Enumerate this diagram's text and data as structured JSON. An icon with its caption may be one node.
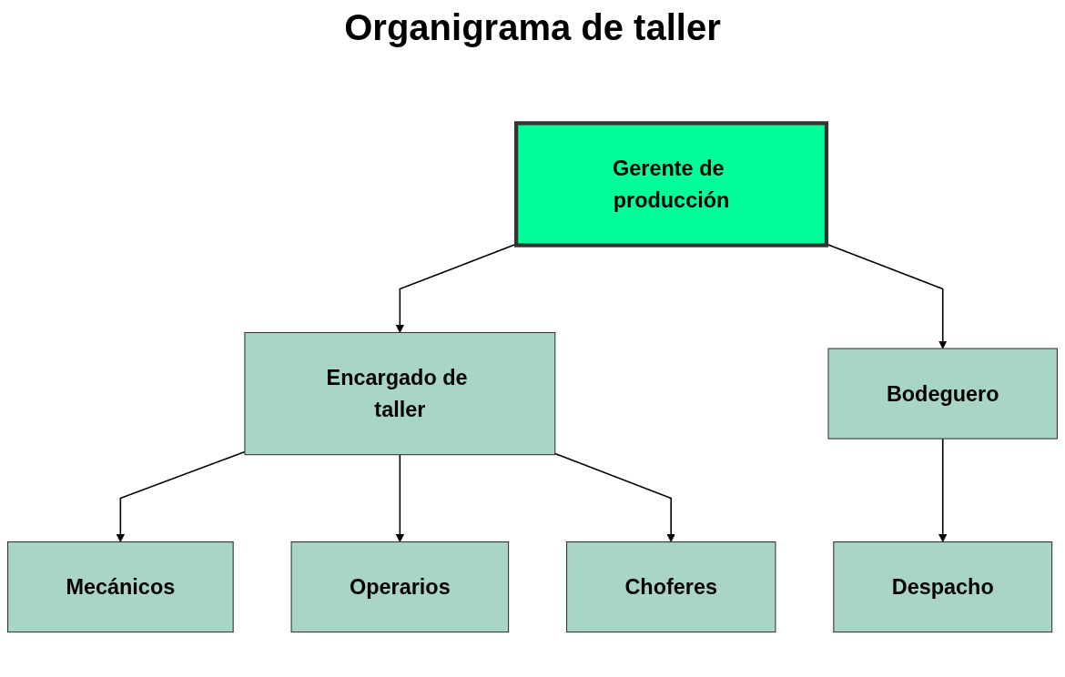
{
  "diagram": {
    "title": "Organigrama de taller",
    "nodes": [
      {
        "text": [
          "Gerente de producción"
        ]
      },
      {
        "text": [
          "Encargado de taller"
        ]
      },
      {
        "text": [
          "Bodeguero"
        ]
      },
      {
        "text": [
          "Mecánicos"
        ]
      },
      {
        "text": [
          "Operarios"
        ]
      },
      {
        "text": [
          "Choferes"
        ]
      },
      {
        "text": [
          "Despacho"
        ]
      }
    ],
    "edges": [
      {
        "from": 0,
        "to": 1,
        "arrow": "to"
      },
      {
        "from": 0,
        "to": 2,
        "arrow": "to"
      },
      {
        "from": 1,
        "to": 3,
        "arrow": "to"
      },
      {
        "from": 1,
        "to": 4,
        "arrow": "to"
      },
      {
        "from": 1,
        "to": 5,
        "arrow": "to"
      },
      {
        "from": 2,
        "to": 6,
        "arrow": "to"
      }
    ]
  }
}
